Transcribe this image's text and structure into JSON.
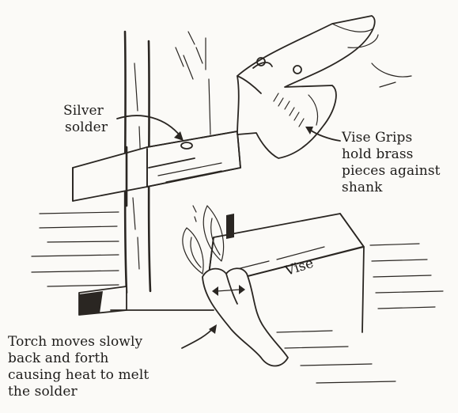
{
  "labels": {
    "silver_solder": [
      "Silver",
      "solder"
    ],
    "vise_grips": [
      "Vise Grips",
      "hold brass",
      "pieces against",
      "shank"
    ],
    "vise": "Vise",
    "torch": [
      "Torch moves slowly",
      "back and forth",
      "causing heat to melt",
      "the solder"
    ]
  }
}
